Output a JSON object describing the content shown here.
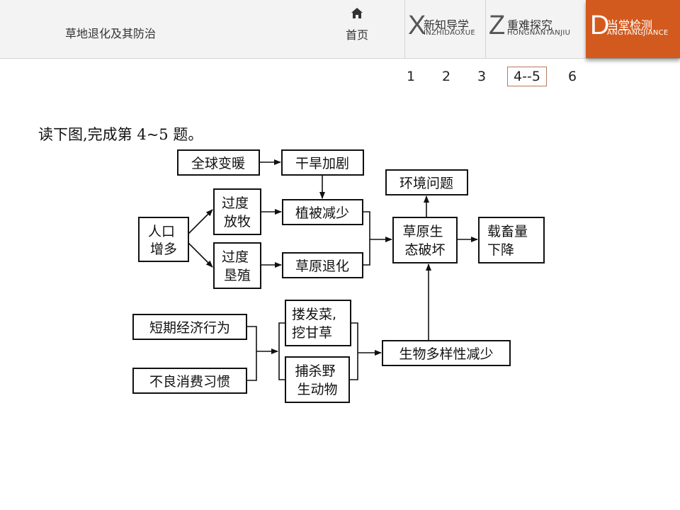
{
  "header": {
    "lesson_title": "草地退化及其防治",
    "home_label": "首页",
    "tabs": [
      {
        "letter": "X",
        "label": "新知导学",
        "pinyin": "INZHIDAOXUE"
      },
      {
        "letter": "Z",
        "label": "重难探究",
        "pinyin": "HONGNANTANJIU"
      },
      {
        "letter": "D",
        "label": "当堂检测",
        "pinyin": "ANGTANGJIANCE"
      }
    ],
    "active_tab_color": "#d35a1e"
  },
  "pagination": {
    "pages": [
      "1",
      "2",
      "3",
      "4--5",
      "6"
    ],
    "active": "4--5"
  },
  "question": {
    "prompt": "读下图,完成第 4~5 题。"
  },
  "diagram": {
    "boxes": {
      "global_warming": [
        "全球变暖"
      ],
      "drought": [
        "干旱加剧"
      ],
      "env_problem": [
        "环境问题"
      ],
      "population": [
        "人口",
        "增多"
      ],
      "overgrazing": [
        "过度",
        "放牧"
      ],
      "overcultivation": [
        "过度",
        "垦殖"
      ],
      "vegetation": [
        "植被减少"
      ],
      "grassland_degradation": [
        "草原退化"
      ],
      "eco_damage": [
        "草原生",
        "态破坏"
      ],
      "livestock": [
        "载畜量",
        "下降"
      ],
      "short_term": [
        "短期经济行为"
      ],
      "bad_habits": [
        "不良消费习惯"
      ],
      "harvest_plants": [
        "搂发菜,",
        "挖甘草"
      ],
      "hunting": [
        "捕杀野",
        "生动物"
      ],
      "biodiversity": [
        "生物多样性减少"
      ]
    }
  }
}
